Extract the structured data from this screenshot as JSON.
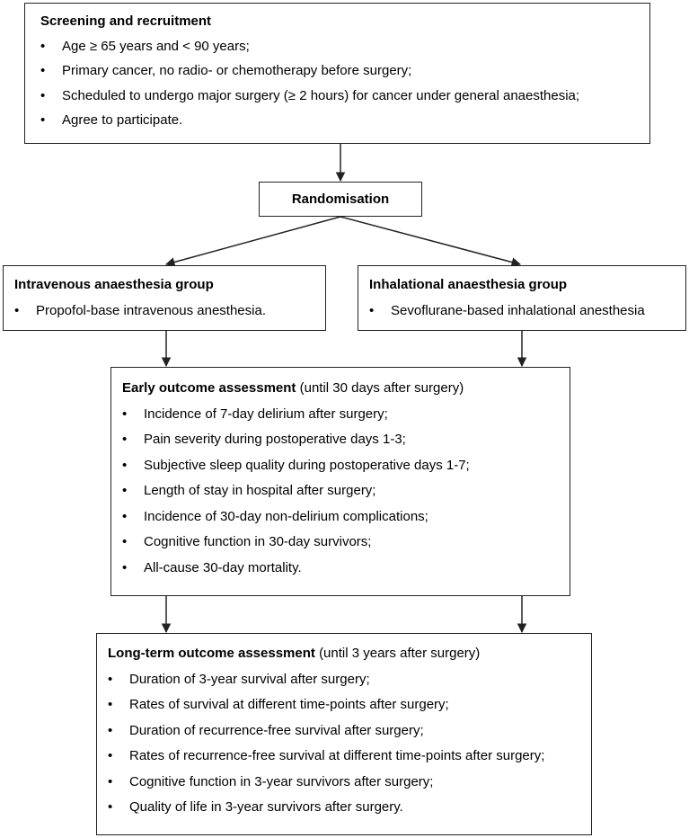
{
  "screening": {
    "title": "Screening and recruitment",
    "items": [
      "Age ≥ 65 years and < 90 years;",
      "Primary cancer, no radio- or chemotherapy before surgery;",
      "Scheduled to undergo major surgery (≥ 2 hours) for cancer under general anaesthesia;",
      "Agree to participate."
    ]
  },
  "randomisation": {
    "label": "Randomisation"
  },
  "intravenous_group": {
    "title": "Intravenous anaesthesia group",
    "items": [
      "Propofol-base intravenous anesthesia."
    ]
  },
  "inhalational_group": {
    "title": "Inhalational anaesthesia group",
    "items": [
      "Sevoflurane-based inhalational anesthesia"
    ]
  },
  "early_outcome": {
    "title": "Early outcome assessment",
    "suffix": "(until 30 days after surgery)",
    "items": [
      "Incidence of 7-day delirium after surgery;",
      "Pain severity during postoperative days 1-3;",
      "Subjective sleep quality during postoperative days 1-7;",
      "Length of stay in hospital after surgery;",
      "Incidence of 30-day non-delirium complications;",
      "Cognitive function in 30-day survivors;",
      "All-cause 30-day mortality."
    ]
  },
  "long_term_outcome": {
    "title": "Long-term outcome assessment",
    "suffix": "(until 3 years after surgery)",
    "items": [
      "Duration of 3-year survival after surgery;",
      "Rates of survival at different time-points after surgery;",
      "Duration of recurrence-free survival after surgery;",
      "Rates of recurrence-free survival at different time-points after surgery;",
      "Cognitive function in 3-year survivors after surgery;",
      "Quality of life in 3-year survivors after surgery."
    ]
  }
}
